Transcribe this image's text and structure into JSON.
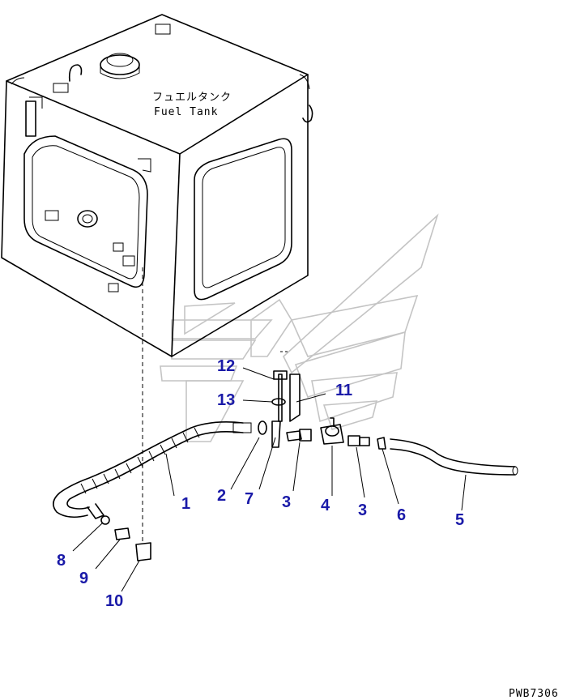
{
  "tank": {
    "label_jp": "フュエルタンク",
    "label_en": "Fuel Tank"
  },
  "callouts": [
    {
      "id": "1",
      "text": "1"
    },
    {
      "id": "2",
      "text": "2"
    },
    {
      "id": "3a",
      "text": "3"
    },
    {
      "id": "3b",
      "text": "3"
    },
    {
      "id": "4",
      "text": "4"
    },
    {
      "id": "5",
      "text": "5"
    },
    {
      "id": "6",
      "text": "6"
    },
    {
      "id": "7",
      "text": "7"
    },
    {
      "id": "8",
      "text": "8"
    },
    {
      "id": "9",
      "text": "9"
    },
    {
      "id": "10",
      "text": "10"
    },
    {
      "id": "11",
      "text": "11"
    },
    {
      "id": "12",
      "text": "12"
    },
    {
      "id": "13",
      "text": "13"
    }
  ],
  "drawing_code": "PWB7306",
  "colors": {
    "callout": "#1a1aa8",
    "line": "#000000",
    "watermark": "#c4c4c4"
  }
}
